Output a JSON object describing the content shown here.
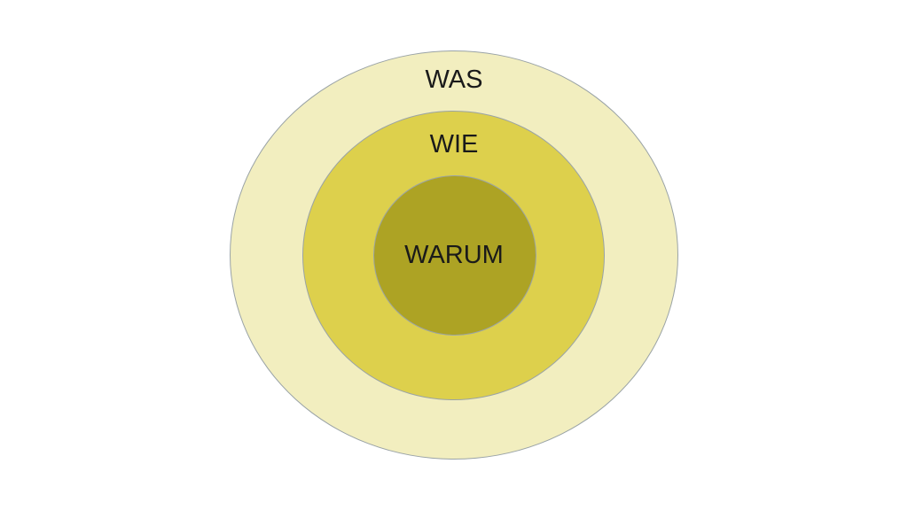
{
  "diagram": {
    "rings": [
      {
        "id": "outer",
        "label": "WAS",
        "color": "#f2eebf"
      },
      {
        "id": "middle",
        "label": "WIE",
        "color": "#ddd04c"
      },
      {
        "id": "inner",
        "label": "WARUM",
        "color": "#ada324"
      }
    ]
  }
}
